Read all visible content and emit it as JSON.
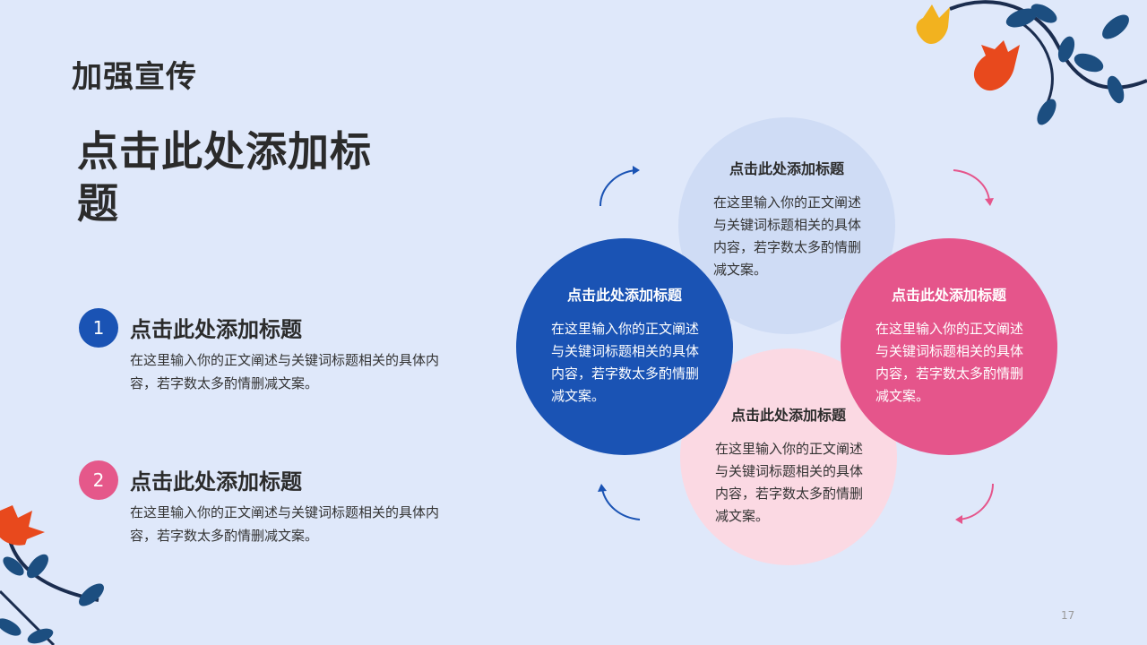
{
  "slide": {
    "section_label": "加强宣传",
    "title": "点击此处添加标题",
    "page_number": "17"
  },
  "items": [
    {
      "number": "1",
      "title": "点击此处添加标题",
      "body": "在这里输入你的正文阐述与关键词标题相关的具体内容，若字数太多酌情删减文案。",
      "color": "#1a53b4"
    },
    {
      "number": "2",
      "title": "点击此处添加标题",
      "body": "在这里输入你的正文阐述与关键词标题相关的具体内容，若字数太多酌情删减文案。",
      "color": "#e5588a"
    }
  ],
  "circles": {
    "top": {
      "title": "点击此处添加标题",
      "body": "在这里输入你的正文阐述与关键词标题相关的具体内容，若字数太多酌情删减文案。",
      "color": "#cfdcf5"
    },
    "left": {
      "title": "点击此处添加标题",
      "body": "在这里输入你的正文阐述与关键词标题相关的具体内容，若字数太多酌情删减文案。",
      "color": "#1a53b4"
    },
    "right": {
      "title": "点击此处添加标题",
      "body": "在这里输入你的正文阐述与关键词标题相关的具体内容，若字数太多酌情删减文案。",
      "color": "#e5558b"
    },
    "bottom": {
      "title": "点击此处添加标题",
      "body": "在这里输入你的正文阐述与关键词标题相关的具体内容，若字数太多酌情删减文案。",
      "color": "#fbd9e3"
    }
  },
  "icons": {
    "arrows": [
      "cycle-arrow-icon",
      "cycle-arrow-icon",
      "cycle-arrow-icon",
      "cycle-arrow-icon"
    ],
    "decorations": [
      "flower-branch-icon",
      "flower-branch-icon"
    ]
  }
}
